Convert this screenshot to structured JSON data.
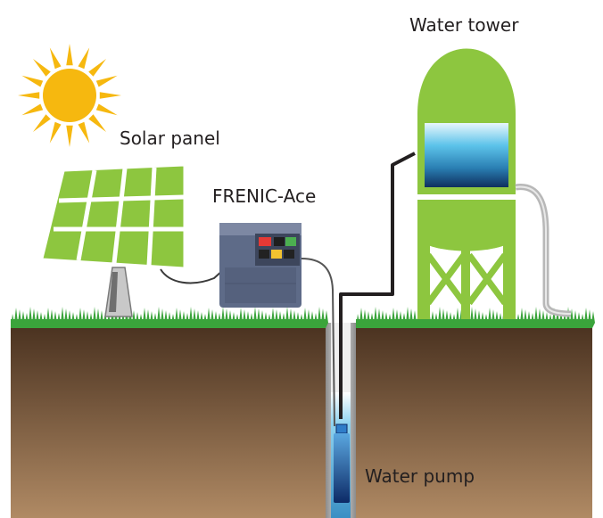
{
  "labels": {
    "solar_panel": "Solar panel",
    "inverter": "FRENIC-Ace",
    "water_tower": "Water tower",
    "water_pump": "Water pump"
  },
  "colors": {
    "sun": "#f6b80f",
    "panel_green": "#8dc63f",
    "tower_green": "#8dc63f",
    "grass": "#3aa43b",
    "soil_top": "#4a3220",
    "soil_bottom": "#b08a64",
    "water_top": "#bfe6f5",
    "water_bottom": "#0f2f5e",
    "inverter": "#5e6b88",
    "cable": "#231f20"
  }
}
